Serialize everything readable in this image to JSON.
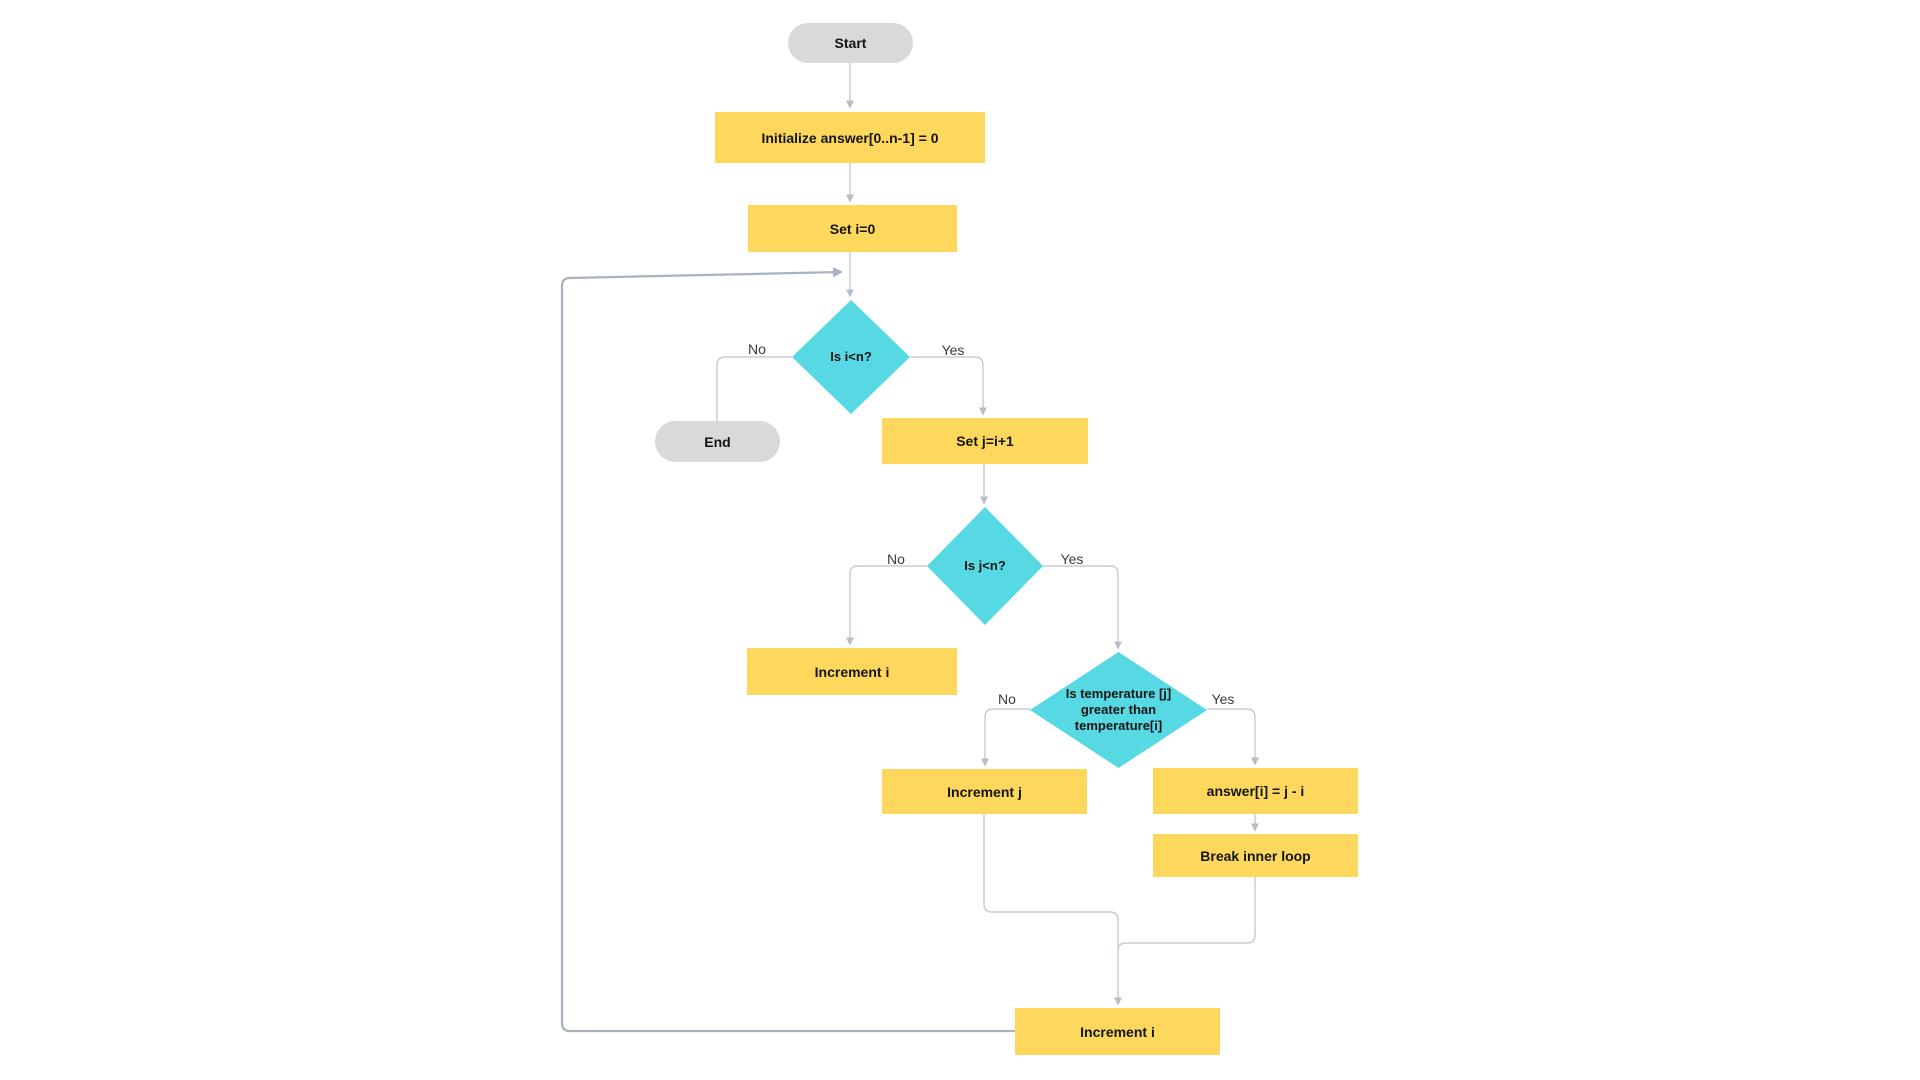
{
  "diagram": {
    "nodes": [
      {
        "id": "start",
        "type": "terminator",
        "label": "Start"
      },
      {
        "id": "initialize",
        "type": "process",
        "label": "Initialize answer[0..n-1] = 0"
      },
      {
        "id": "set-i",
        "type": "process",
        "label": "Set i=0"
      },
      {
        "id": "decision-i",
        "type": "decision",
        "label": "Is i<n?"
      },
      {
        "id": "end",
        "type": "terminator",
        "label": "End"
      },
      {
        "id": "set-j",
        "type": "process",
        "label": "Set j=i+1"
      },
      {
        "id": "decision-j",
        "type": "decision",
        "label": "Is j<n?"
      },
      {
        "id": "increment-i-inner",
        "type": "process",
        "label": "Increment i"
      },
      {
        "id": "decision-temp",
        "type": "decision",
        "label": "Is temperature [j] greater than temperature[i]"
      },
      {
        "id": "increment-j",
        "type": "process",
        "label": "Increment j"
      },
      {
        "id": "answer-assign",
        "type": "process",
        "label": "answer[i] = j - i"
      },
      {
        "id": "break-loop",
        "type": "process",
        "label": "Break inner loop"
      },
      {
        "id": "increment-i-outer",
        "type": "process",
        "label": "Increment i"
      }
    ],
    "edge_labels": [
      {
        "text": "No"
      },
      {
        "text": "Yes"
      },
      {
        "text": "No"
      },
      {
        "text": "Yes"
      },
      {
        "text": "No"
      },
      {
        "text": "Yes"
      }
    ],
    "colors": {
      "process_fill": "#FDD85C",
      "decision_fill": "#56D9E2",
      "terminator_fill": "#D9D9D9",
      "connector": "#C7CDD4",
      "loopback_connector": "#A9B3BE",
      "node_text": "#141414",
      "edge_label_text": "#383c40",
      "background": "#FFFFFF"
    }
  }
}
